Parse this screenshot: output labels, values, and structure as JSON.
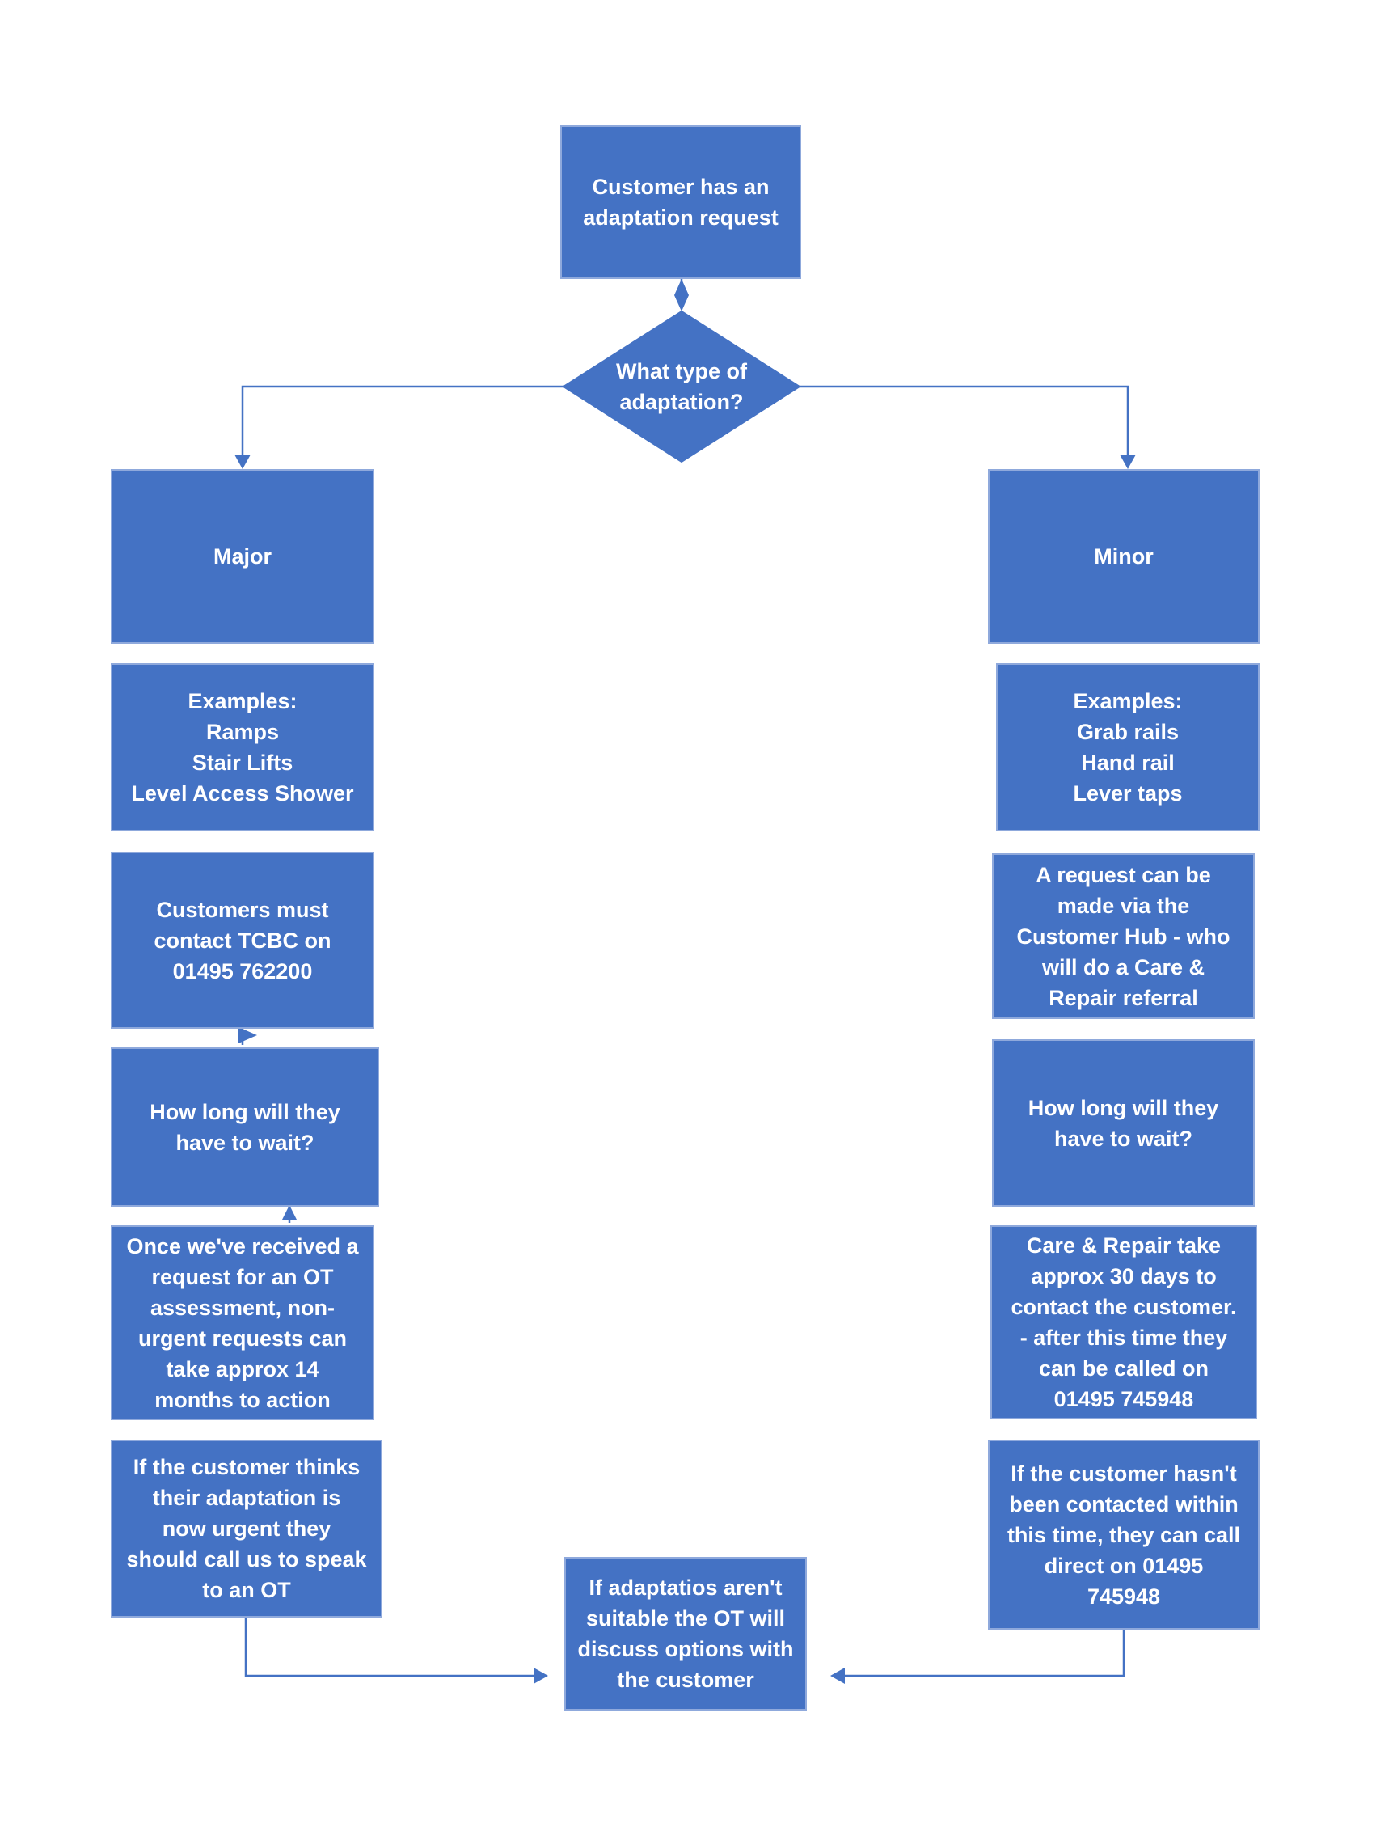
{
  "colors": {
    "box_fill": "#4472c4",
    "box_border": "#8fa9dc",
    "connector": "#4472c4",
    "text": "#ffffff",
    "background": "#ffffff"
  },
  "start": "Customer has an\nadaptation request",
  "decision": "What type of\nadaptation?",
  "major": {
    "title": "Major",
    "examples": "Examples:\nRamps\nStair Lifts\nLevel Access Shower",
    "contact": "Customers must\ncontact TCBC on\n01495 762200",
    "wait_question": "How long will they\nhave to wait?",
    "wait_answer": "Once we've received a\nrequest for an OT\nassessment, non-\nurgent requests can\ntake approx 14\nmonths to action",
    "urgent": "If the customer thinks\ntheir adaptation is\nnow urgent they\nshould call us to speak\nto an OT"
  },
  "minor": {
    "title": "Minor",
    "examples": "Examples:\nGrab rails\nHand rail\nLever taps",
    "request": "A request can be\nmade via the\nCustomer Hub - who\nwill do a Care &\nRepair referral",
    "wait_question": "How long will they\nhave to wait?",
    "wait_answer": "Care & Repair take\napprox 30 days to\ncontact the customer.\n- after this time they\ncan be called on\n01495 745948",
    "not_contacted": "If the customer hasn't\nbeen contacted within\nthis time, they can call\ndirect on 01495\n745948"
  },
  "outcome": "If adaptatios aren't\nsuitable the OT will\ndiscuss options with\nthe customer"
}
